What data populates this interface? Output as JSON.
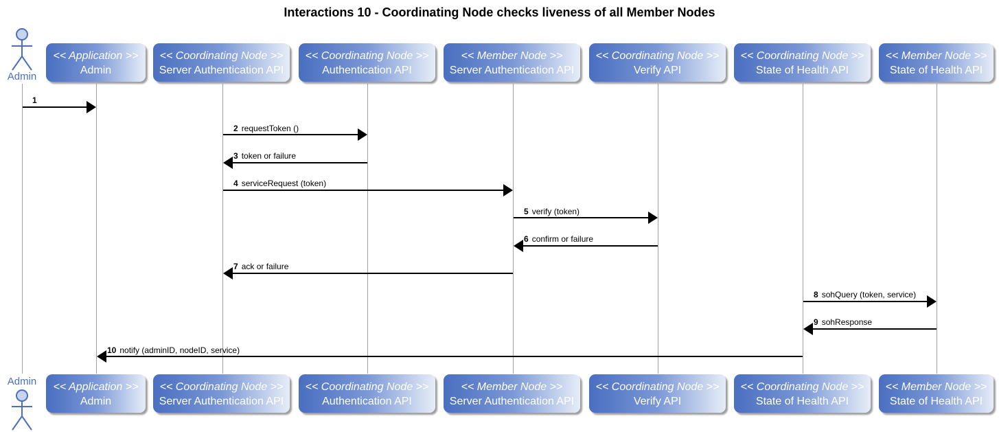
{
  "title": "Interactions 10 - Coordinating Node checks liveness of all Member Nodes",
  "actor": {
    "name": "Admin"
  },
  "participants": [
    {
      "stereotype": "<< Application >>",
      "name": "Admin"
    },
    {
      "stereotype": "<< Coordinating Node >>",
      "name": "Server Authentication API"
    },
    {
      "stereotype": "<< Coordinating Node >>",
      "name": "Authentication API"
    },
    {
      "stereotype": "<< Member Node >>",
      "name": "Server Authentication API"
    },
    {
      "stereotype": "<< Coordinating Node >>",
      "name": "Verify API"
    },
    {
      "stereotype": "<< Coordinating Node >>",
      "name": "State of Health API"
    },
    {
      "stereotype": "<< Member Node >>",
      "name": "State of Health API"
    }
  ],
  "messages": [
    {
      "num": "1",
      "label": "",
      "from": "actor",
      "to": 0
    },
    {
      "num": "2",
      "label": "requestToken ()",
      "from": 1,
      "to": 2
    },
    {
      "num": "3",
      "label": "token or failure",
      "from": 2,
      "to": 1
    },
    {
      "num": "4",
      "label": "serviceRequest (token)",
      "from": 1,
      "to": 3
    },
    {
      "num": "5",
      "label": "verify (token)",
      "from": 3,
      "to": 4
    },
    {
      "num": "6",
      "label": "confirm or failure",
      "from": 4,
      "to": 3
    },
    {
      "num": "7",
      "label": "ack or failure",
      "from": 3,
      "to": 1
    },
    {
      "num": "8",
      "label": "sohQuery (token, service)",
      "from": 5,
      "to": 6
    },
    {
      "num": "9",
      "label": "sohResponse",
      "from": 6,
      "to": 5
    },
    {
      "num": "10",
      "label": "notify (adminID, nodeID, service)",
      "from": 5,
      "to": 0
    }
  ],
  "colors": {
    "participant_dark": "#4a6fc0",
    "participant_light": "#e6edf7",
    "actor": "#4a6fc0",
    "arrow": "#000000",
    "lifeline": "#a0a0a0"
  }
}
